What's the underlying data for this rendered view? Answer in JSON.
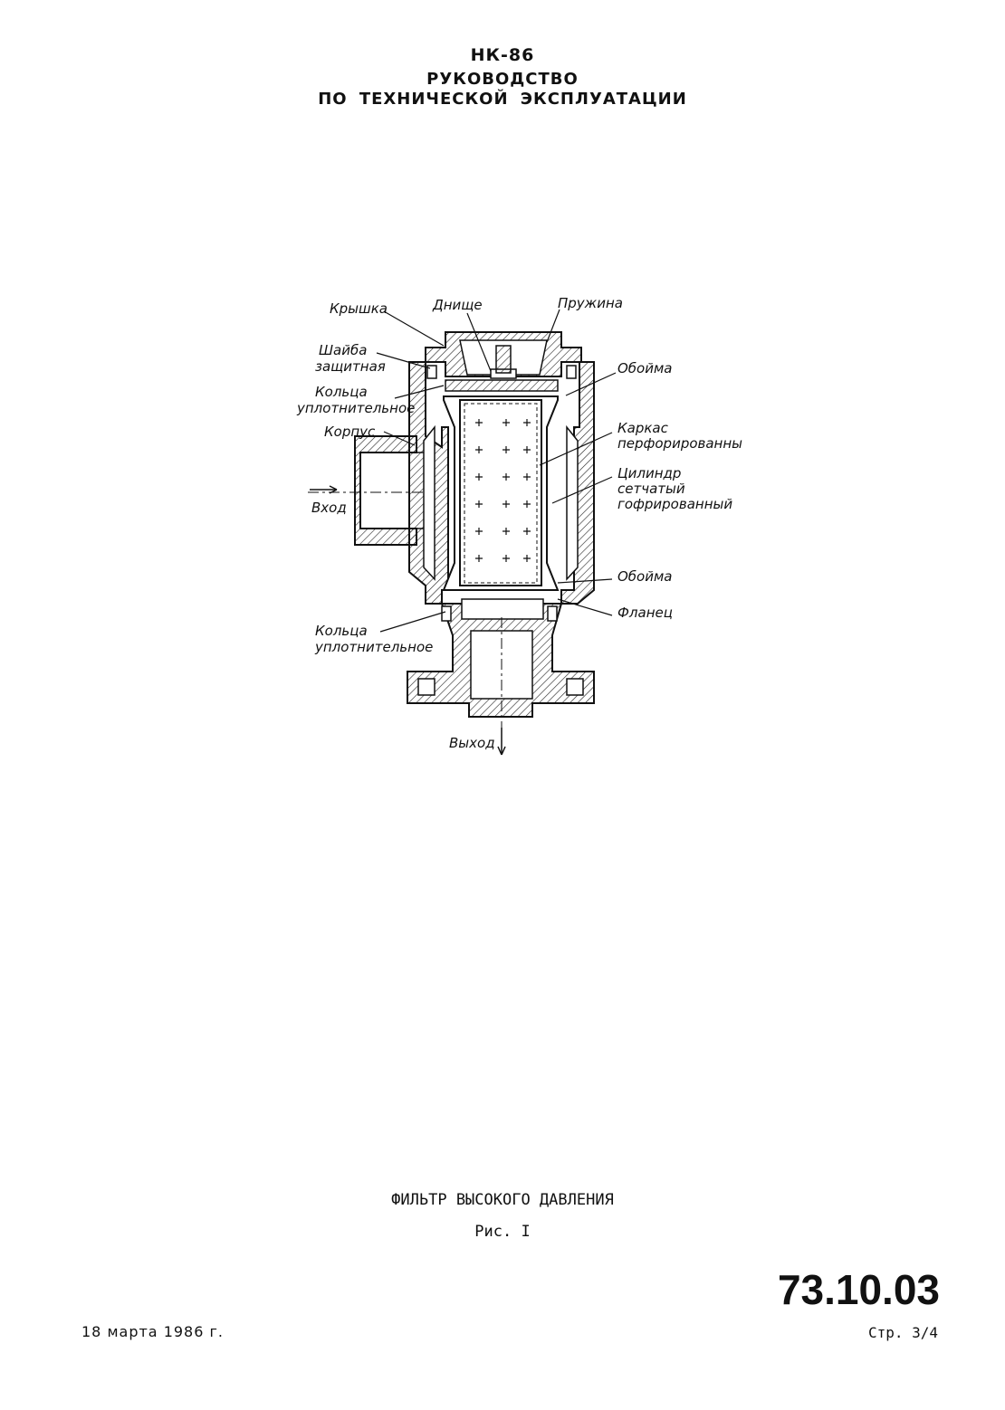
{
  "header": {
    "line1": "НК-86",
    "line2": "РУКОВОДСТВО",
    "line3": "ПО ТЕХНИЧЕСКОЙ ЭКСПЛУАТАЦИИ"
  },
  "figure": {
    "labels": {
      "kryshka": "Крышка",
      "dnishche": "Днище",
      "pruzhina": "Пружина",
      "shaiba_1": "Шайба",
      "shaiba_2": "защитная",
      "koltsa_top_1": "Кольца",
      "koltsa_top_2": "уплотнительное",
      "korpus": "Корпус",
      "vkhod": "Вход",
      "oboima_top": "Обойма",
      "karkas_1": "Каркас",
      "karkas_2": "перфорированный",
      "tsilindr_1": "Цилиндр",
      "tsilindr_2": "сетчатый",
      "tsilindr_3": "гофрированный",
      "oboima_bottom": "Обойма",
      "flanets": "Фланец",
      "koltsa_bottom_1": "Кольца",
      "koltsa_bottom_2": "уплотнительное",
      "vykhod": "Выход"
    },
    "title": "ФИЛЬТР ВЫСОКОГО ДАВЛЕНИЯ",
    "number": "Рис. I"
  },
  "footer": {
    "doc_code": "73.10.03",
    "date": "18 марта 1986 г.",
    "page": "Стр. 3/4"
  }
}
